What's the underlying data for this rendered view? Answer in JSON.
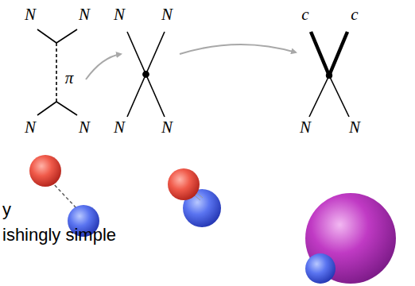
{
  "diagram": {
    "labels": [
      "N",
      "N",
      "N",
      "N",
      "π",
      "N",
      "N",
      "N",
      "N",
      "c",
      "c",
      "N",
      "N",
      "y",
      "ishingly simple"
    ]
  }
}
